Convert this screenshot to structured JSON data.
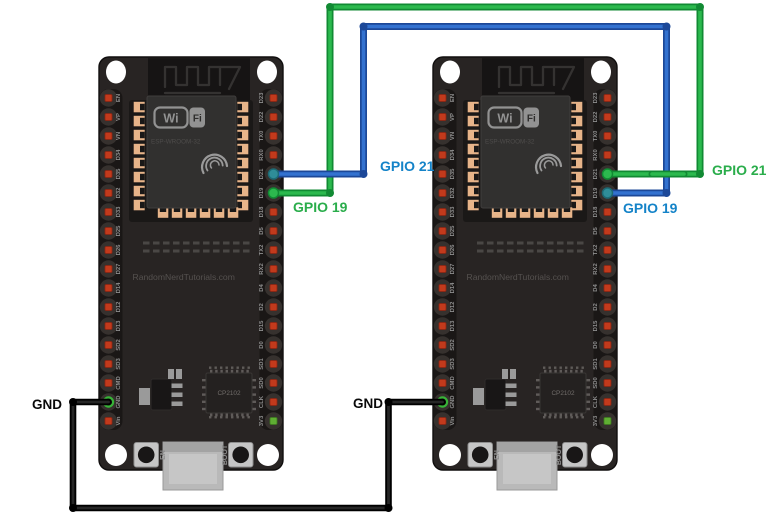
{
  "diagram": {
    "description": "Two ESP32 boards wired together: GPIO 21, GPIO 19 and GND",
    "background": "#ffffff"
  },
  "board": {
    "wifi_logo": {
      "wi": "Wi",
      "fi": "Fi"
    },
    "module_name": "ESP-WROOM-32",
    "watermark": "RandomNerdTutorials.com",
    "usb_chip_label": "CP2102",
    "en_button_label": "EN",
    "boot_button_label": "BOOT",
    "pins_left": [
      "EN",
      "VP",
      "VN",
      "D34",
      "D35",
      "D32",
      "D33",
      "D25",
      "D26",
      "D27",
      "D14",
      "D12",
      "D13",
      "SD2",
      "SD3",
      "CMD",
      "GND",
      "Vin"
    ],
    "pins_right": [
      "D23",
      "D22",
      "TX0",
      "RX0",
      "D21",
      "D19",
      "D18",
      "D5",
      "TX2",
      "RX2",
      "D4",
      "D2",
      "D15",
      "D0",
      "SD1",
      "SD0",
      "CLK",
      "3V3"
    ]
  },
  "wires": {
    "blue": {
      "color": "#3372d0",
      "outline": "#1c4898",
      "endpoint_color": "#2f8d98",
      "endpoint_outline": "#1d6a74",
      "from": "GPIO 21 (left board)",
      "to": "GPIO 19 (right board)"
    },
    "green": {
      "color": "#2cb94e",
      "outline": "#118a33",
      "endpoint_color": "#2cb94e",
      "endpoint_outline": "#118a33",
      "from": "GPIO 19 (left board)",
      "to": "GPIO 21 (right board)"
    },
    "black": {
      "color": "#262626",
      "outline": "#000000",
      "from": "GND (left board)",
      "to": "GND (right board)"
    }
  },
  "labels": {
    "left_gpio21": {
      "text": "GPIO 21",
      "color": "#1483c8"
    },
    "left_gpio19": {
      "text": "GPIO 19",
      "color": "#2aad4b"
    },
    "right_gpio21": {
      "text": "GPIO 21",
      "color": "#2aad4b"
    },
    "right_gpio19": {
      "text": "GPIO 19",
      "color": "#1483c8"
    },
    "left_gnd": {
      "text": "GND",
      "color": "#0a0a0a"
    },
    "right_gnd": {
      "text": "GND",
      "color": "#0a0a0a"
    }
  },
  "board_colors": {
    "body": "#282423",
    "body_edge": "#100e0e",
    "strip_bg": "#1a1716",
    "pin_circle": "#36312e",
    "pin_pad_red": "#c23a1c",
    "pin_pad_red_edge": "#8f2512",
    "pin_pad_green": "#5fae33",
    "pin_pad_green_edge": "#3f7d1f",
    "gnd_ring_green": "#38b438",
    "module_base": "#1a1817",
    "antenna_bg": "#161414",
    "antenna_trace": "#343231",
    "shield": "#31302f",
    "shield_edge": "#403e3d",
    "pad_tan": "#e7b489",
    "silkscreen": "#8f8f8f",
    "logo_gray": "#929292",
    "esp_text": "#4e4c4b",
    "watermark_text": "#55514f",
    "dash": "#4a4745",
    "chip_body": "#242120",
    "chip_edge": "#393634",
    "chip_text": "#716d6a",
    "chip_stub": "#5f5b59",
    "button_face": "#c6c6c6",
    "button_edge": "#8f8f8f",
    "button_dot": "#181616",
    "usb_body": "#b9b9b9",
    "usb_top": "#a3a3a3",
    "usb_inner": "#c6c6c6",
    "hole": "#ffffff",
    "regulator_body": "#181616",
    "metal_gray": "#9a9a9a"
  }
}
